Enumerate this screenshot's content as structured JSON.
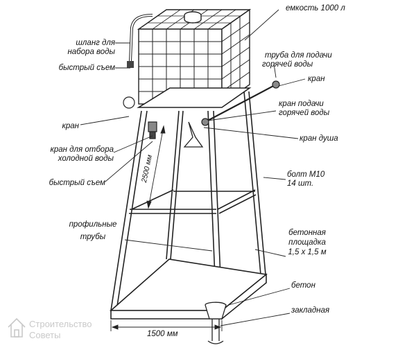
{
  "labels": {
    "tank_capacity": "емкость 1000 л",
    "fill_hose_1": "шланг для",
    "fill_hose_2": "набора воды",
    "quick_release_top": "быстрый съем",
    "hot_pipe_1": "труба для подачи",
    "hot_pipe_2": "горячей воды",
    "tap_right": "кран",
    "hot_tap_1": "кран подачи",
    "hot_tap_2": "горячей воды",
    "tap_left": "кран",
    "shower_tap": "кран душа",
    "cold_tap_1": "кран для отбора",
    "cold_tap_2": "холодной воды",
    "bolt_1": "болт М10",
    "bolt_2": "14 шт.",
    "quick_release_bottom": "быстрый съем",
    "profile_pipes_1": "профильные",
    "profile_pipes_2": "трубы",
    "concrete_pad_1": "бетонная",
    "concrete_pad_2": "площадка",
    "concrete_pad_3": "1,5 х 1,5 м",
    "concrete": "бетон",
    "embedded": "закладная"
  },
  "dimensions": {
    "height": "2500 мм",
    "width": "1500 мм"
  },
  "watermark": {
    "line1": "Строительство",
    "line2": "Советы"
  }
}
